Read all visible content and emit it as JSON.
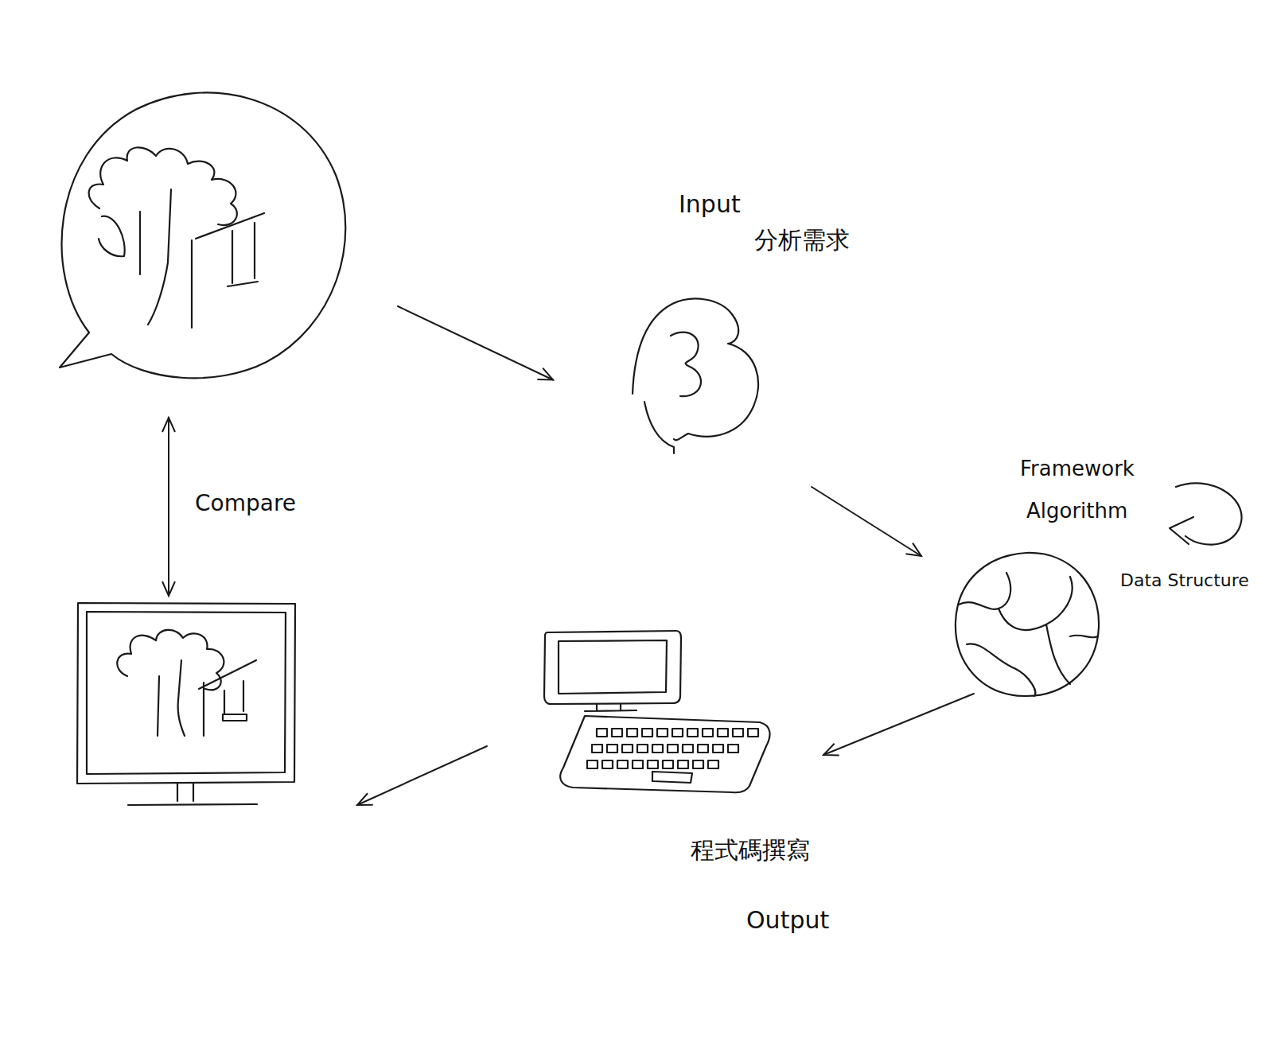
{
  "diagram": {
    "nodes": [
      {
        "text": []
      },
      {
        "text": [
          "Input",
          "分析需求"
        ]
      },
      {
        "text": [
          "Framework",
          "Algorithm",
          "Data Structure"
        ]
      },
      {
        "text": [
          "程式碼撰寫",
          "Output"
        ]
      },
      {
        "text": []
      }
    ],
    "edges": [
      {
        "from": 0,
        "to": 1,
        "arrow": "to"
      },
      {
        "from": 1,
        "to": 2,
        "arrow": "to"
      },
      {
        "from": 2,
        "to": 3,
        "arrow": "to"
      },
      {
        "from": 3,
        "to": 4,
        "arrow": "to"
      },
      {
        "from": 4,
        "to": 0,
        "label": "Compare",
        "arrow": "both"
      }
    ]
  }
}
